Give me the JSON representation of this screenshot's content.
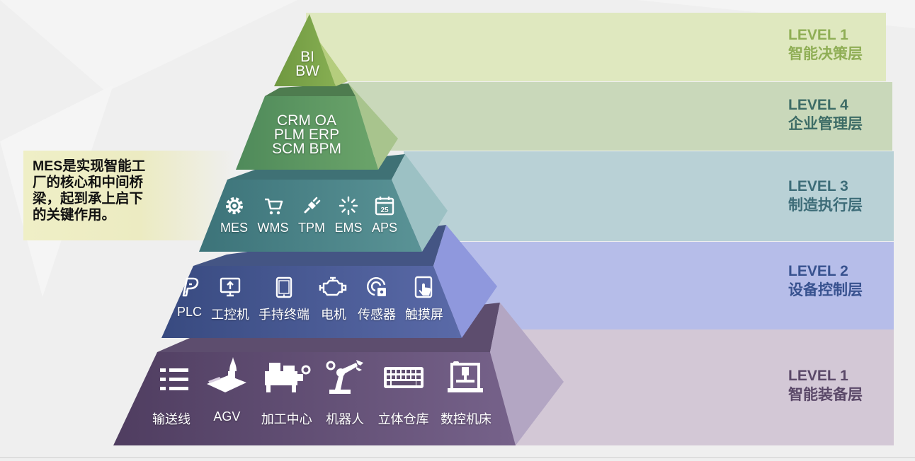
{
  "levels": [
    {
      "title": "LEVEL 1",
      "name": "智能决策层",
      "color": "#8fae55",
      "band": "#dfe8bf"
    },
    {
      "title": "LEVEL 4",
      "name": "企业管理层",
      "color": "#3d6c66",
      "band": "#c9d8ba"
    },
    {
      "title": "LEVEL 3",
      "name": "制造执行层",
      "color": "#3d6c78",
      "band": "#b9d1d6"
    },
    {
      "title": "LEVEL 2",
      "name": "设备控制层",
      "color": "#38528f",
      "band": "#b6bde9"
    },
    {
      "title": "LEVEL 1",
      "name": "智能装备层",
      "color": "#5a4868",
      "band": "#d3c8d6"
    }
  ],
  "tiers": {
    "top": {
      "lines": [
        "BI",
        "BW"
      ]
    },
    "mgmt": {
      "lines": [
        "CRM OA",
        "PLM ERP",
        "SCM BPM"
      ]
    },
    "exec": {
      "items": [
        {
          "label": "MES",
          "icon": "gear-icon"
        },
        {
          "label": "WMS",
          "icon": "cart-icon"
        },
        {
          "label": "TPM",
          "icon": "plug-icon"
        },
        {
          "label": "EMS",
          "icon": "loading-icon"
        },
        {
          "label": "APS",
          "icon": "calendar-icon",
          "badge": "25"
        }
      ]
    },
    "control": {
      "items": [
        {
          "label": "PLC",
          "icon": "paypal-p-icon"
        },
        {
          "label": "工控机",
          "icon": "monitor-upload-icon"
        },
        {
          "label": "手持终端",
          "icon": "tablet-icon"
        },
        {
          "label": "电机",
          "icon": "engine-icon"
        },
        {
          "label": "传感器",
          "icon": "sensor-icon"
        },
        {
          "label": "触摸屏",
          "icon": "touch-screen-icon"
        }
      ]
    },
    "equipment": {
      "items": [
        {
          "label": "输送线",
          "icon": "list-icon"
        },
        {
          "label": "AGV",
          "icon": "agv-icon"
        },
        {
          "label": "加工中心",
          "icon": "machining-center-icon"
        },
        {
          "label": "机器人",
          "icon": "robot-arm-icon"
        },
        {
          "label": "立体仓库",
          "icon": "keyboard-icon"
        },
        {
          "label": "数控机床",
          "icon": "cnc-machine-icon"
        }
      ]
    }
  },
  "callout": {
    "lines": [
      "MES是实现智能工",
      "厂的核心和中间桥",
      "梁，起到承上启下",
      "的关键作用。"
    ]
  }
}
